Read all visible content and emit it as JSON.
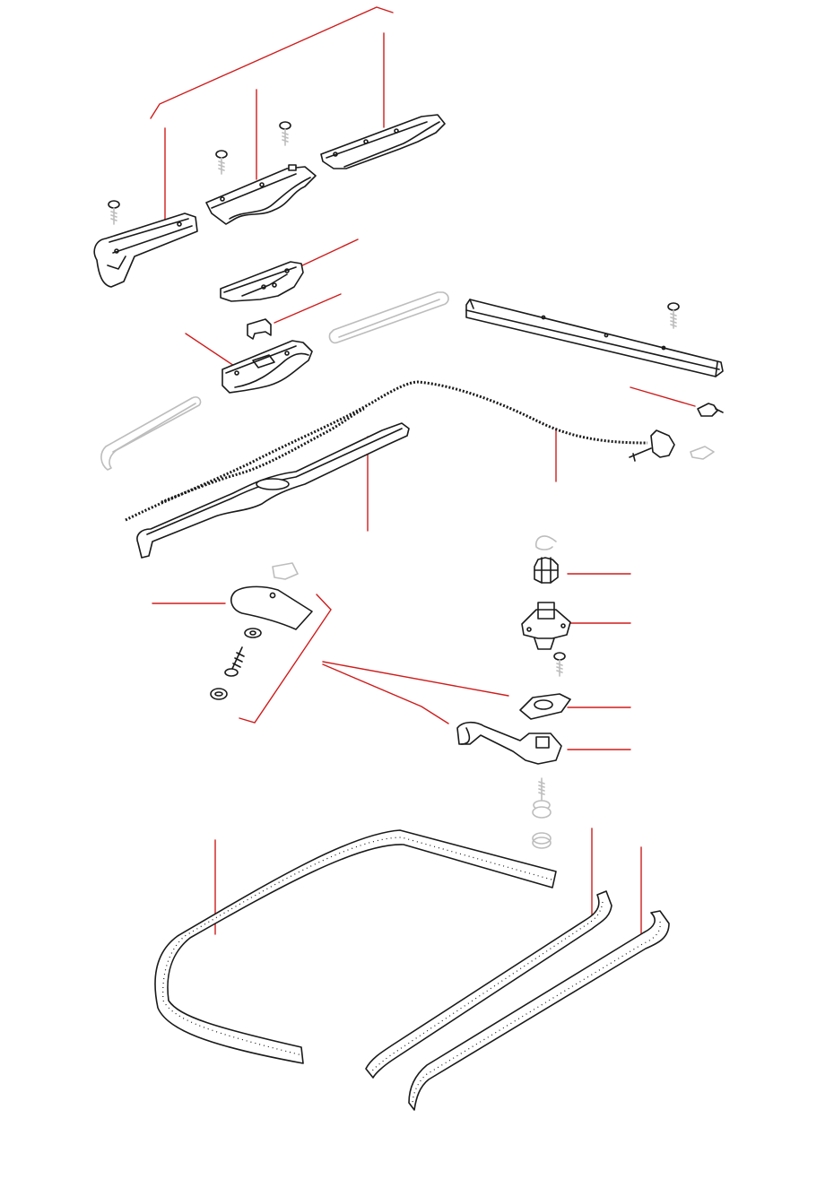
{
  "colors": {
    "leader": "#d01c1c",
    "ink": "#1a1a1a",
    "ghost": "#bdbdbd",
    "background": "#ffffff"
  },
  "parts": [
    "front-guide-rail",
    "middle-guide-rail",
    "rear-guide-rail",
    "slider-carrier",
    "slider-clip",
    "slider-shoe",
    "rear-cross-rail",
    "push-pin-fastener",
    "drive-cable-assembly",
    "cable-guide-channel",
    "wind-deflector-plate",
    "retaining-clip",
    "drive-pinion",
    "gearbox-housing",
    "handle-gasket",
    "winding-handle",
    "front-seal-strip",
    "side-seal-strip",
    "rear-seal-strip"
  ]
}
